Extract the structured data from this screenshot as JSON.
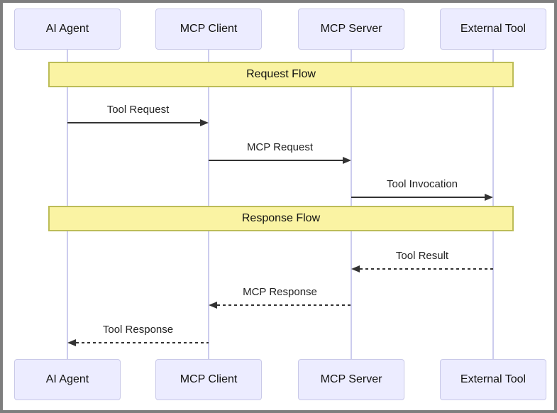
{
  "diagram": {
    "type": "sequence-diagram",
    "actors": [
      "AI Agent",
      "MCP Client",
      "MCP Server",
      "External Tool"
    ],
    "sections": [
      {
        "label": "Request Flow"
      },
      {
        "label": "Response Flow"
      }
    ],
    "messages": [
      {
        "label": "Tool Request",
        "from": "AI Agent",
        "to": "MCP Client",
        "style": "solid"
      },
      {
        "label": "MCP Request",
        "from": "MCP Client",
        "to": "MCP Server",
        "style": "solid"
      },
      {
        "label": "Tool Invocation",
        "from": "MCP Server",
        "to": "External Tool",
        "style": "solid"
      },
      {
        "label": "Tool Result",
        "from": "External Tool",
        "to": "MCP Server",
        "style": "dotted"
      },
      {
        "label": "MCP Response",
        "from": "MCP Server",
        "to": "MCP Client",
        "style": "dotted"
      },
      {
        "label": "Tool Response",
        "from": "MCP Client",
        "to": "AI Agent",
        "style": "dotted"
      }
    ],
    "colors": {
      "actor_fill": "#ECECFF",
      "actor_border": "#C9C9E8",
      "band_fill": "#FAF3A3",
      "band_border": "#BCBC57",
      "lifeline": "#CCCCEE",
      "arrow": "#333333",
      "frame_border": "#7E7E7E"
    }
  }
}
